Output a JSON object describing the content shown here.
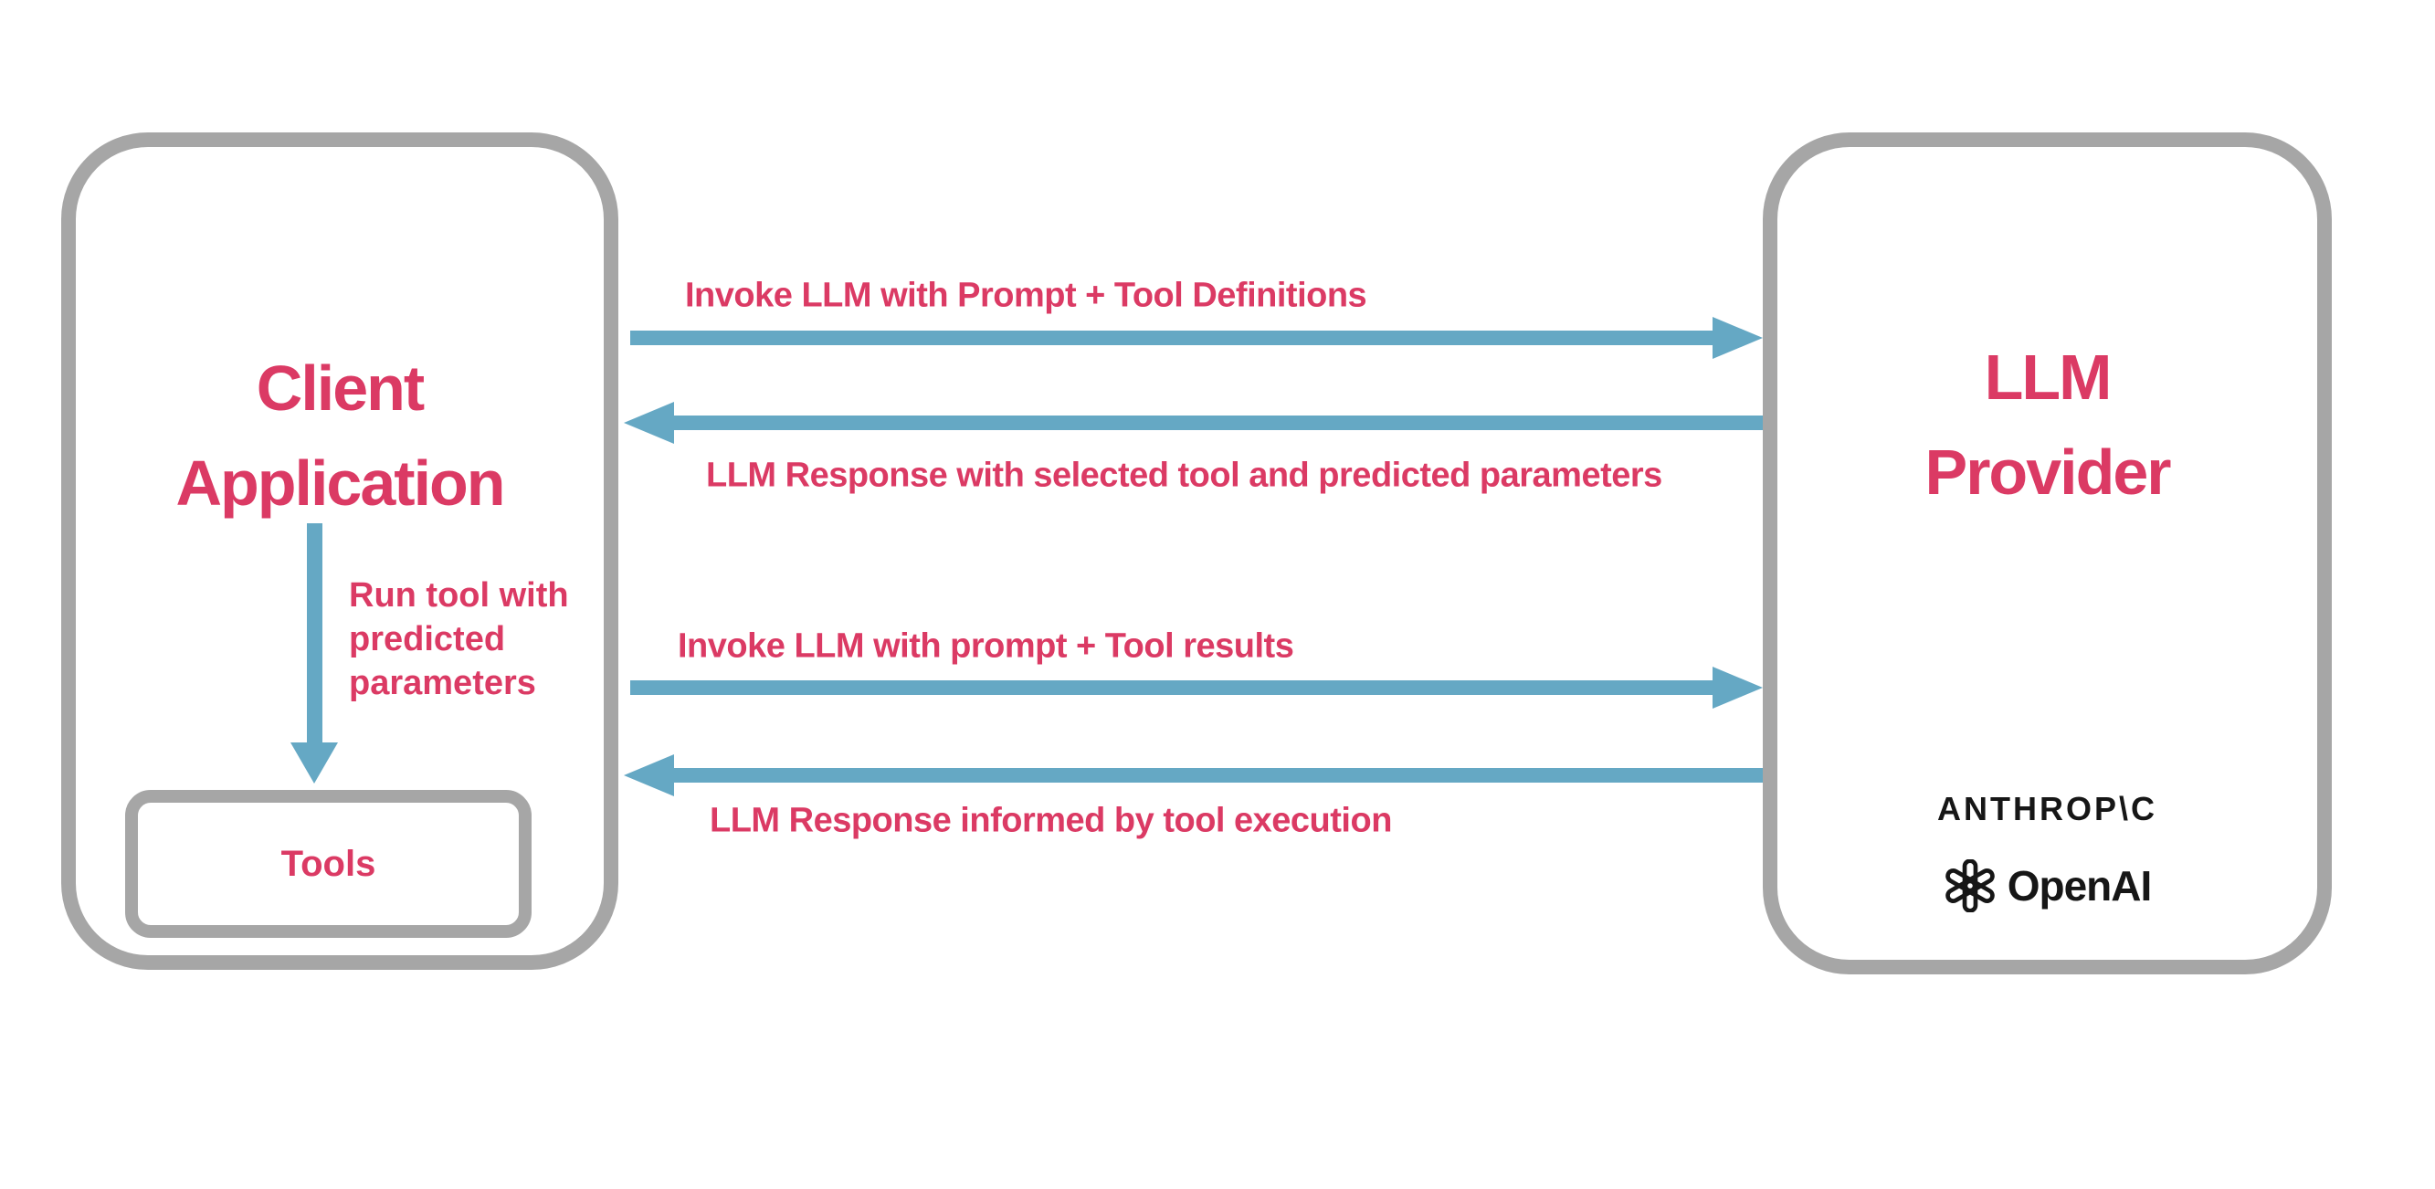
{
  "colors": {
    "accent_pink": "#DB3A64",
    "arrow_blue": "#65A8C4",
    "border_gray": "#A6A6A6",
    "logo_black": "#161616"
  },
  "client_box": {
    "title": "Client Application",
    "title_lines": [
      "Client",
      "Application"
    ],
    "run_tool_arrow_label": "Run tool with predicted parameters",
    "tools_box_label": "Tools"
  },
  "provider_box": {
    "title": "LLM Provider",
    "title_lines": [
      "LLM",
      "Provider"
    ],
    "logos": [
      {
        "name": "anthropic",
        "wordmark": "ANTHROP\\C"
      },
      {
        "name": "openai",
        "wordmark": "OpenAI"
      }
    ]
  },
  "arrows": [
    {
      "label": "Invoke LLM with Prompt + Tool Definitions",
      "direction": "right"
    },
    {
      "label": "LLM Response with selected tool and predicted parameters",
      "direction": "left"
    },
    {
      "label": "Invoke LLM with prompt + Tool results",
      "direction": "right"
    },
    {
      "label": "LLM Response informed by tool execution",
      "direction": "left"
    }
  ]
}
